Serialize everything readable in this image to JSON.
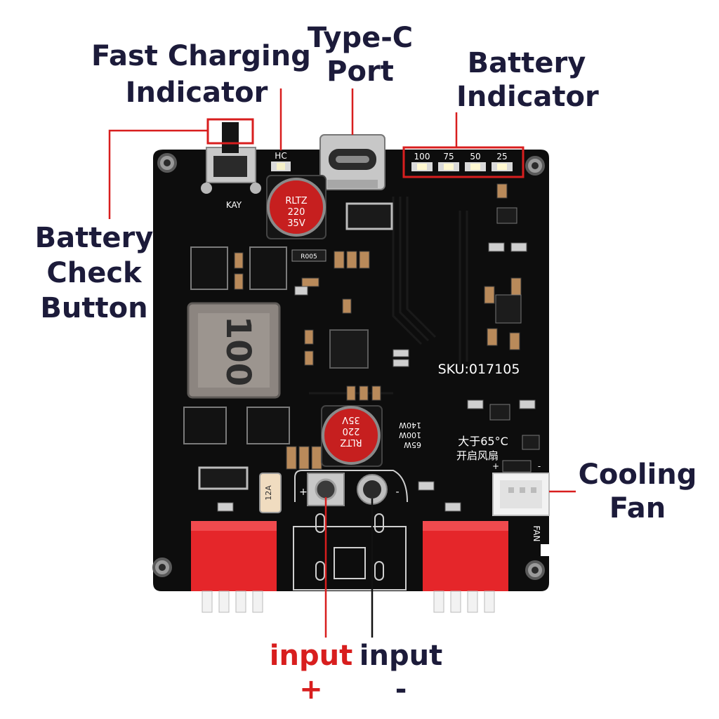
{
  "colors": {
    "pcb": "#0d0d0d",
    "label": "#1c1b3a",
    "leader_red": "#d81e1e",
    "leader_black": "#111111",
    "terminal_red": "#e5262a"
  },
  "callouts": {
    "fast_charging": [
      "Fast Charging",
      "Indicator"
    ],
    "type_c": [
      "Type-C",
      "Port"
    ],
    "battery_indicator": [
      "Battery",
      "Indicator"
    ],
    "battery_check": [
      "Battery",
      "Check",
      "Button"
    ],
    "cooling_fan": [
      "Cooling",
      "Fan"
    ],
    "input_plus": [
      "input",
      "+"
    ],
    "input_minus": [
      "input",
      "-"
    ]
  },
  "board": {
    "sku": "SKU:017105",
    "temp_note": [
      "大于65°C",
      "开启风扇"
    ],
    "button_silk": "KAY",
    "hc_silk": "HC",
    "fan_silk": "FAN",
    "fuse_silk": "12A",
    "inductor_code": "100",
    "capacitor_text": [
      "RLTZ",
      "220",
      "35V"
    ],
    "power_levels": [
      "65W",
      "100W",
      "140W"
    ],
    "battery_levels": [
      "100",
      "75",
      "50",
      "25"
    ],
    "fan_polarity": [
      "+",
      "-"
    ],
    "input_polarity": [
      "+",
      "-"
    ],
    "resistor_code": "R005"
  }
}
